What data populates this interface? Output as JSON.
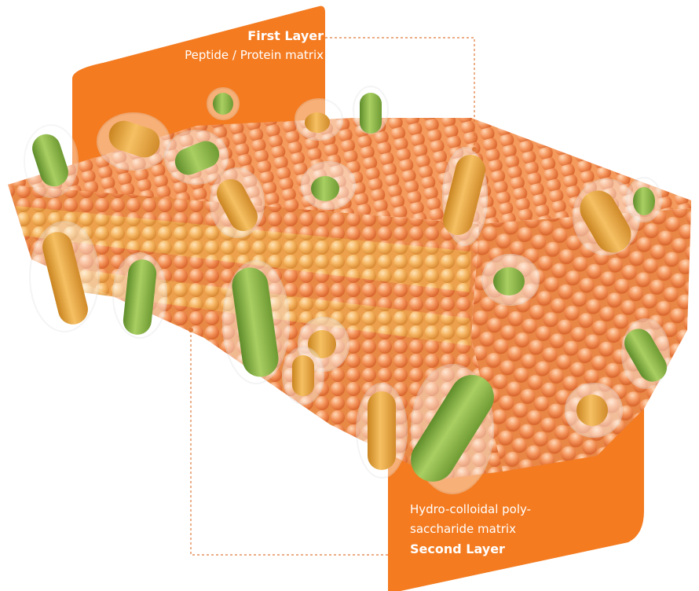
{
  "diagram": {
    "first_layer": {
      "title": "First Layer",
      "description": "Peptide / Protein matrix"
    },
    "second_layer": {
      "description_line1": "Hydro-colloidal poly-",
      "description_line2": "saccharide matrix",
      "title": "Second Layer"
    }
  },
  "colors": {
    "accent_orange": "#F47B20",
    "bead_orange": "#F2955A",
    "bead_yellow": "#F4B45E",
    "bacteria_green": "#8DB84A",
    "bacteria_yellow": "#E8A83C",
    "connector_line": "#E07A3A"
  }
}
